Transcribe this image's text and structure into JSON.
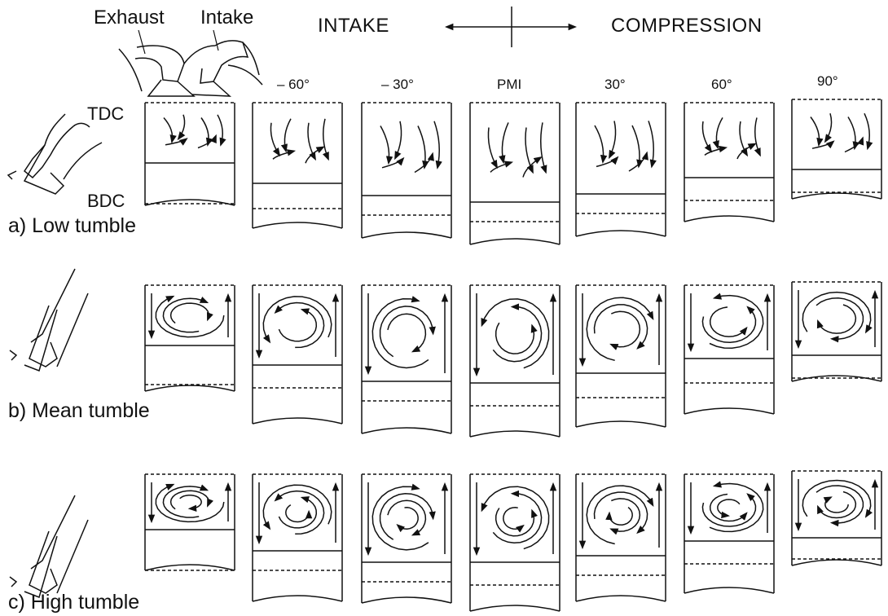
{
  "header": {
    "exhaust_label": "Exhaust",
    "intake_label": "Intake",
    "phase_left": "INTAKE",
    "phase_right": "COMPRESSION"
  },
  "stroke_labels": {
    "tdc": "TDC",
    "bdc": "BDC"
  },
  "angles": [
    "– 60°",
    "– 30°",
    "PMI",
    "30°",
    "60°",
    "90°"
  ],
  "rows": [
    {
      "label": "a) Low tumble"
    },
    {
      "label": "b) Mean tumble"
    },
    {
      "label": "c) High tumble"
    }
  ]
}
